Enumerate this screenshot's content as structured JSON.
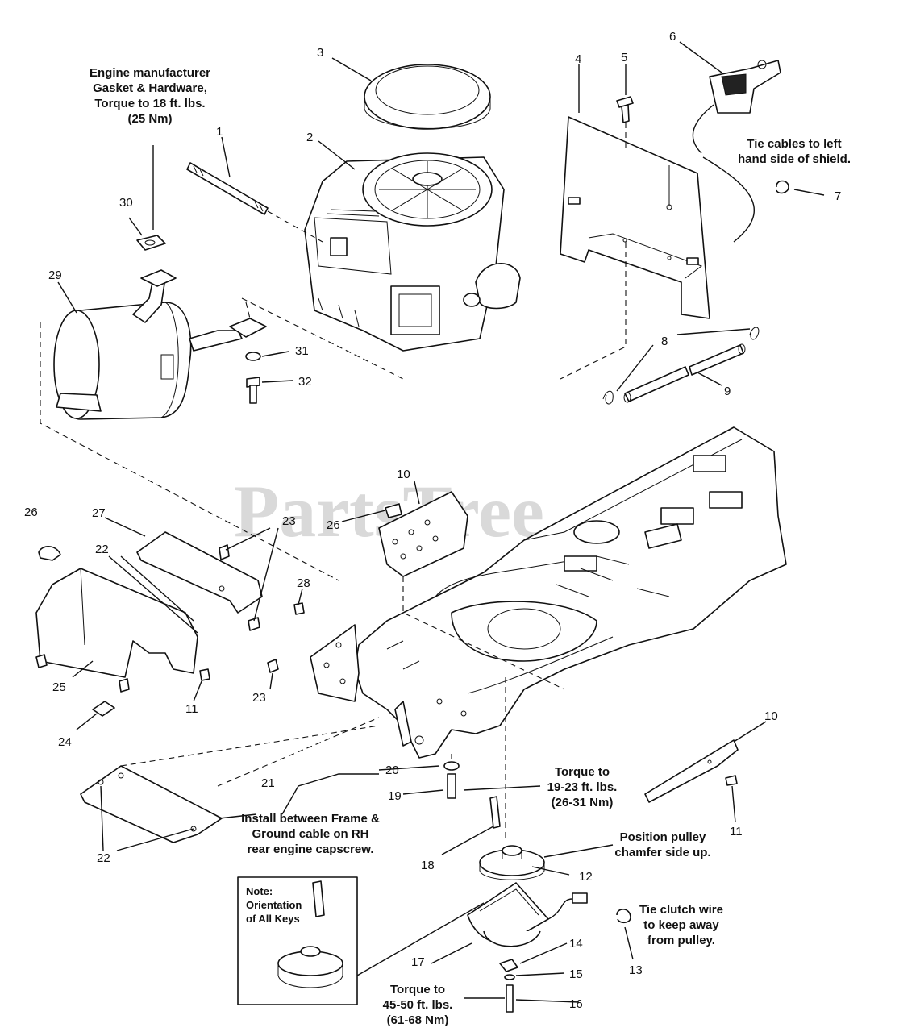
{
  "watermark": "PartsTree",
  "callouts": [
    "1",
    "2",
    "3",
    "4",
    "5",
    "6",
    "7",
    "8",
    "9",
    "10",
    "26",
    "27",
    "22",
    "23",
    "28",
    "25",
    "11",
    "24",
    "23",
    "20",
    "19",
    "21",
    "22",
    "18",
    "12",
    "17",
    "14",
    "15",
    "16",
    "13",
    "10",
    "11",
    "29",
    "30",
    "31",
    "32",
    "26"
  ],
  "notes": {
    "engine_gasket": [
      "Engine manufacturer",
      "Gasket & Hardware,",
      "Torque to 18 ft. lbs.",
      "(25 Nm)"
    ],
    "tie_cables": [
      "Tie cables to left",
      "hand side of shield."
    ],
    "torque_19_23": [
      "Torque to",
      "19-23 ft. lbs.",
      "(26-31 Nm)"
    ],
    "install_between": [
      "Install between Frame &",
      "Ground cable on RH",
      "rear engine capscrew."
    ],
    "position_pulley": [
      "Position pulley",
      "chamfer side up."
    ],
    "tie_clutch": [
      "Tie clutch wire",
      "to keep away",
      "from pulley."
    ],
    "torque_45_50": [
      "Torque to",
      "45-50 ft. lbs.",
      "(61-68 Nm)"
    ],
    "inset_note": [
      "Note:",
      "Orientation",
      "of All Keys"
    ]
  }
}
